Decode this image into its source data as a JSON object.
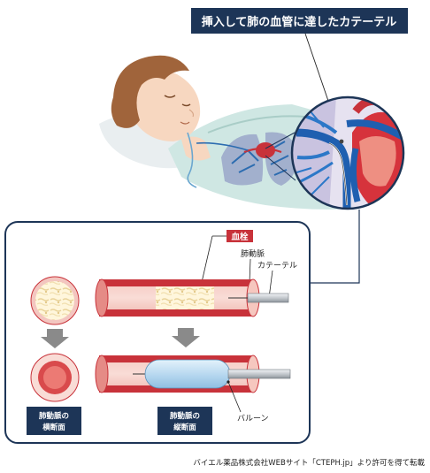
{
  "header_label": "挿入して肺の血管に達したカテーテル",
  "thrombus_tag": "血栓",
  "label_pulmonary_artery": "肺動脈",
  "label_catheter": "カテーテル",
  "label_balloon": "バルーン",
  "caption_cross_line1": "肺動脈の",
  "caption_cross_line2": "横断面",
  "caption_long_line1": "肺動脈の",
  "caption_long_line2": "縦断面",
  "credit": "バイエル薬品株式会社WEBサイト「CTEPH.jp」より許可を得て転載",
  "colors": {
    "navy": "#1d3557",
    "vessel_red": "#c8323a",
    "vessel_pink": "#f3c6c0",
    "balloon": "#b9d9f0",
    "skin": "#f7d7c0",
    "hair": "#a0643b",
    "gown": "#cfe7e3",
    "arrow_grey": "#8a8a8a"
  }
}
